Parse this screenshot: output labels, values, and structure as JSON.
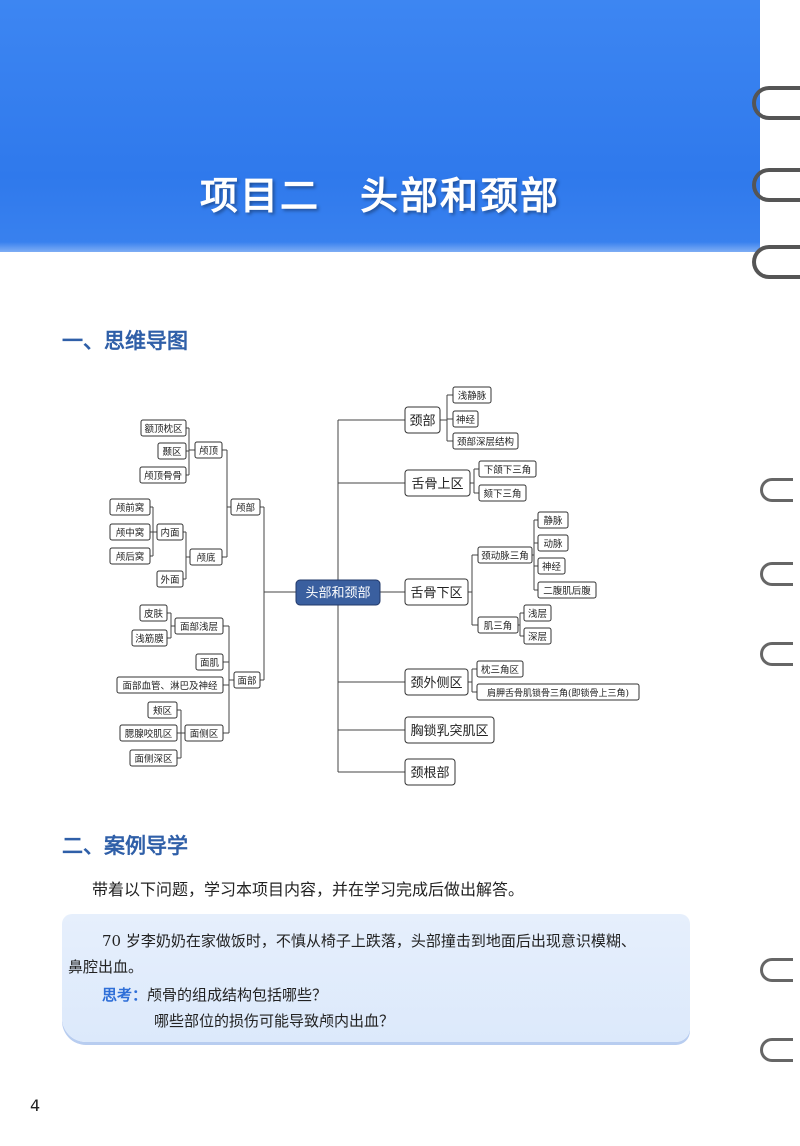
{
  "header": {
    "project_title": "项目二　头部和颈部"
  },
  "sections": {
    "mindmap_heading": "一、思维导图",
    "case_heading": "二、案例导学"
  },
  "mindmap": {
    "root": "头部和颈部",
    "neck": {
      "jingbu": "颈部",
      "jingbu_children": [
        "浅静脉",
        "神经",
        "颈部深层结构"
      ],
      "shanggu_shang": "舌骨上区",
      "shanggu_shang_children": [
        "下颌下三角",
        "颏下三角"
      ],
      "shanggu_xia": "舌骨下区",
      "jingdongmai": "颈动脉三角",
      "jingdongmai_children": [
        "静脉",
        "动脉",
        "神经",
        "二腹肌后腹"
      ],
      "jisanjiao": "肌三角",
      "jisanjiao_children": [
        "浅层",
        "深层"
      ],
      "waice": "颈外侧区",
      "waice_children": [
        "枕三角区",
        "肩胛舌骨肌锁骨三角(即锁骨上三角)"
      ],
      "xiongsuo": "胸锁乳突肌区",
      "jinggen": "颈根部"
    },
    "head": {
      "naolu": "颅部",
      "luding": "颅顶",
      "luding_children": [
        "额顶枕区",
        "颞区",
        "颅顶骨骨"
      ],
      "ludi": "颅底",
      "neimian": "内面",
      "neimian_children": [
        "颅前窝",
        "颅中窝",
        "颅后窝"
      ],
      "waimian": "外面",
      "mianbu": "面部",
      "mianbu_qiancheng": "面部浅层",
      "qiancheng_children": [
        "皮肤",
        "浅筋膜"
      ],
      "mianji": "面肌",
      "mianbu_xueguan": "面部血管、淋巴及神经",
      "mianceqv": "面侧区",
      "mianceqv_children": [
        "颊区",
        "腮腺咬肌区",
        "面侧深区"
      ]
    }
  },
  "case": {
    "intro": "带着以下问题，学习本项目内容，并在学习完成后做出解答。",
    "scenario_line1": "70 岁李奶奶在家做饭时，不慎从椅子上跌落，头部撞击到地面后出现意识模糊、",
    "scenario_line2": "鼻腔出血。",
    "think_label": "思考：",
    "question1": "颅骨的组成结构包括哪些？",
    "question2": "哪些部位的损伤可能导致颅内出血？"
  },
  "page_number": "4",
  "colors": {
    "banner": "#3080ec",
    "heading": "#2f5fa8",
    "root_node": "#3a5f9f",
    "case_box": "#e2ecfb",
    "think": "#2f6fd8"
  }
}
